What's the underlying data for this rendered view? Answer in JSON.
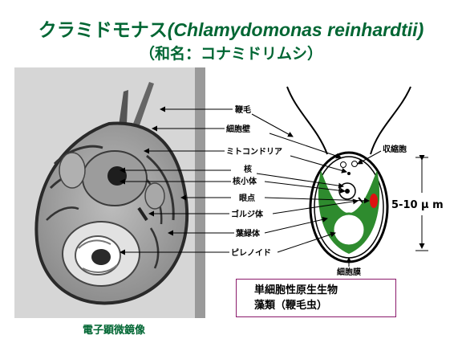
{
  "title": {
    "main_jp": "クラミドモナス",
    "scientific_name": "(Chlamydomonas reinhardtii)",
    "sub": "（和名：コナミドリムシ）"
  },
  "photo": {
    "caption": "電子顕微鏡像"
  },
  "labels": {
    "flagellum": "鞭毛",
    "cell_wall": "細胞壁",
    "mitochondria": "ミトコンドリア",
    "nucleus": "核",
    "nucleolus": "核小体",
    "eyespot": "眼点",
    "golgi": "ゴルジ体",
    "chloroplast": "葉緑体",
    "pyrenoid": "ピレノイド",
    "contractile_vacuole": "収縮胞",
    "cell_membrane": "細胞膜"
  },
  "size": "5-10 μ m",
  "info_box": {
    "line1": "単細胞性原生生物",
    "line2": "藻類（鞭毛虫）"
  },
  "colors": {
    "title": "#006633",
    "chloroplast": "#2e8b2e",
    "eyespot": "#dd1111",
    "box_border": "#8b1a6b"
  }
}
